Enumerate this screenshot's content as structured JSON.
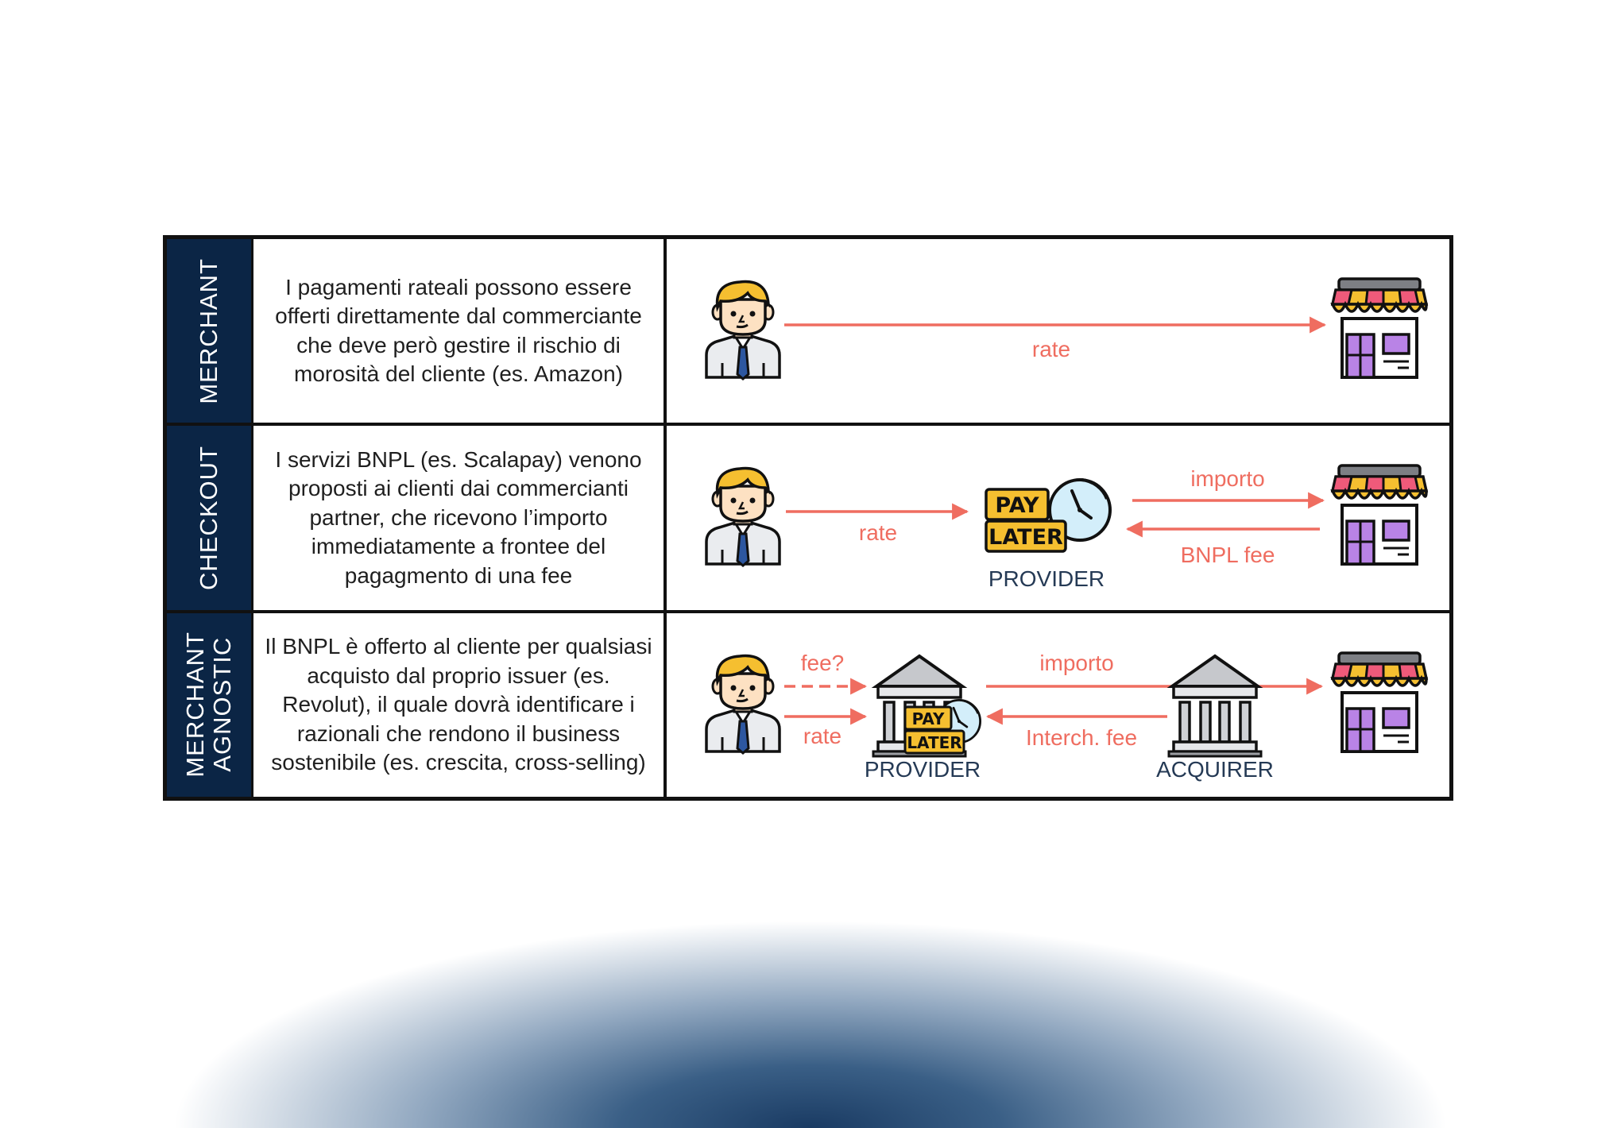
{
  "rows": [
    {
      "label": "MERCHANT",
      "description": "I pagamenti rateali possono essere offerti direttamente dal commerciante che deve però gestire il rischio di morosità del cliente (es. Amazon)",
      "flows": [
        "rate"
      ]
    },
    {
      "label": "CHECKOUT",
      "description": "I servizi BNPL (es. Scalapay) venono proposti ai clienti dai commercianti partner, che ricevono l’importo immediatamente a frontee del pagagmento di una fee",
      "flows": [
        "rate",
        "importo",
        "BNPL fee"
      ],
      "provider_label": "PROVIDER",
      "paylater_icon": {
        "top": "PAY",
        "bottom": "LATER"
      }
    },
    {
      "label": "MERCHANT\nAGNOSTIC",
      "description": "Il BNPL è offerto al cliente per qualsiasi acquisto dal proprio issuer (es. Revolut), il quale dovrà identificare i razionali che rendono il business sostenibile (es. crescita, cross-selling)",
      "flows": [
        "fee?",
        "rate",
        "importo",
        "Interch. fee"
      ],
      "provider_label": "PROVIDER",
      "acquirer_label": "ACQUIRER",
      "paylater_icon": {
        "top": "PAY",
        "bottom": "LATER"
      }
    }
  ],
  "icons": [
    "customer-icon",
    "store-icon",
    "bank-icon",
    "paylater-icon",
    "clock-icon"
  ],
  "colors": {
    "label_bg": "#0b2545",
    "arrow": "#ef6d60",
    "entity_text": "#253a55",
    "border": "#111111"
  }
}
